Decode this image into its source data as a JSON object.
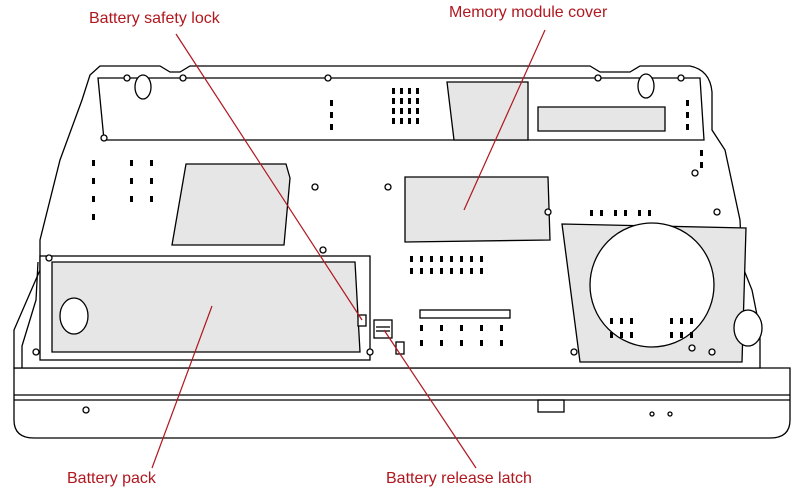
{
  "labels": {
    "battery_safety_lock": "Battery safety lock",
    "memory_module_cover": "Memory module cover",
    "battery_pack": "Battery pack",
    "battery_release_latch": "Battery release latch"
  },
  "colors": {
    "label": "#b0171f",
    "leader_line": "#b0171f",
    "outline": "#000000",
    "fill_light": "#e6e6e6",
    "fill_body": "#ffffff"
  }
}
